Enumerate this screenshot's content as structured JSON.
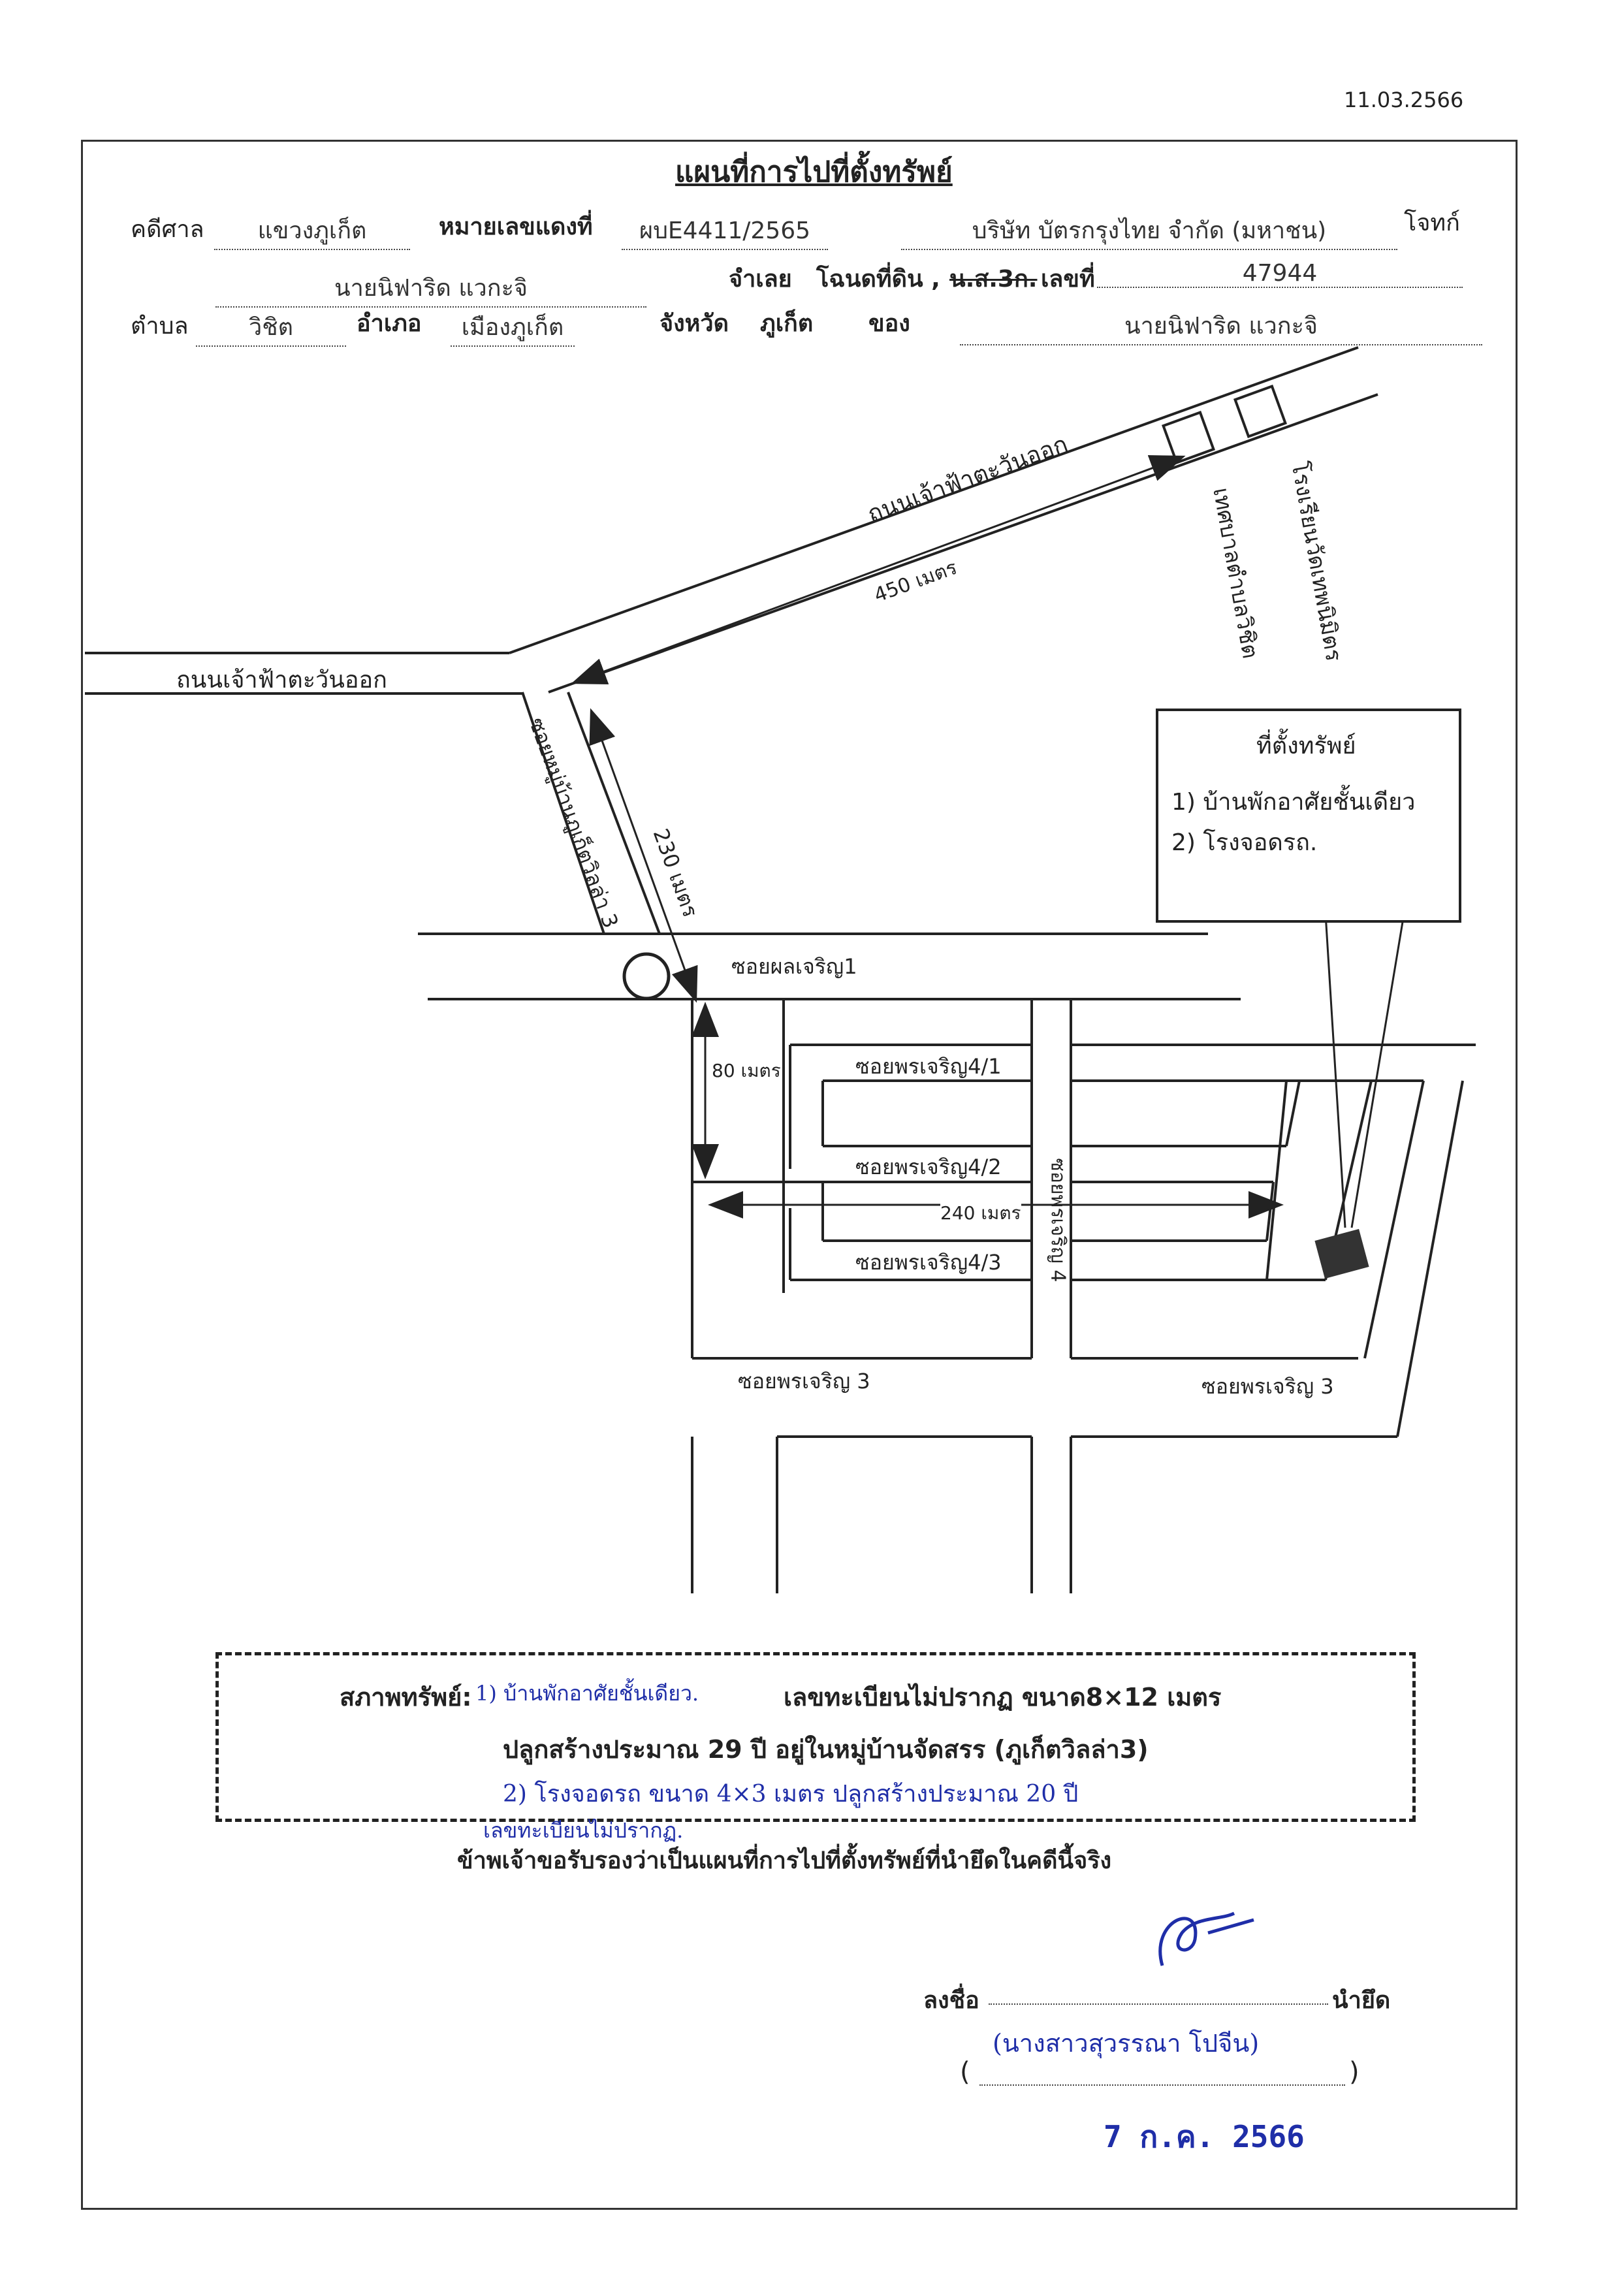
{
  "doc_date": "11.03.2566",
  "title": "แผนที่การไปที่ตั้งทรัพย์",
  "header": {
    "court_label": "คดีศาล",
    "court_value": "แขวงภูเก็ต",
    "case_no_label": "หมายเลขแดงที่",
    "case_no_value": "ผบE4411/2565",
    "plaintiff_value": "บริษัท บัตรกรุงไทย จำกัด (มหาชน)",
    "plaintiff_label": "โจทก์",
    "defendant_value": "นายนิฟาริด แวกะจิ",
    "defendant_label": "จำเลย",
    "deed_label": "โฉนดที่ดิน ,",
    "deed_struck": "น.ส.3ก.",
    "deed_no_label": "เลขที่",
    "deed_no_value": "47944",
    "subdistrict_label": "ตำบล",
    "subdistrict_value": "วิชิต",
    "district_label": "อำเภอ",
    "district_value": "เมืองภูเก็ต",
    "province_label": "จังหวัด",
    "province_value": "ภูเก็ต",
    "owner_label": "ของ",
    "owner_value": "นายนิฟาริด แวกะจิ"
  },
  "map": {
    "road_main_diag": "ถนนเจ้าฟ้าตะวันออก",
    "road_main_horiz": "ถนนเจ้าฟ้าตะวันออก",
    "dist_450": "450 เมตร",
    "landmark_1": "เทศบาลตำบลวิชิต",
    "landmark_2": "โรงเรียนวัดเทพนิมิตร",
    "soi_village": "ซอยหมู่บ้านภูเก็ตวิลล่า 3",
    "dist_230": "230 เมตร",
    "soi_phon_1": "ซอยผลเจริญ1",
    "dist_80": "80 เมตร",
    "soi_4_1": "ซอยพรเจริญ4/1",
    "soi_4_2": "ซอยพรเจริญ4/2",
    "dist_240": "240 เมตร",
    "soi_4_vertical": "ซอยพรเจริญ 4",
    "soi_4_3": "ซอยพรเจริญ4/3",
    "soi_3_left": "ซอยพรเจริญ 3",
    "soi_3_right": "ซอยพรเจริญ 3",
    "callout_title": "ที่ตั้งทรัพย์",
    "callout_item_1": "1) บ้านพักอาศัยชั้นเดียว",
    "callout_item_2": "2) โรงจอดรถ."
  },
  "condition": {
    "label": "สภาพทรัพย์:",
    "line1_hand": "1) บ้านพักอาศัยชั้นเดียว.",
    "line1_typed": "เลขทะเบียนไม่ปรากฏ  ขนาด8×12 เมตร",
    "line2_typed": "ปลูกสร้างประมาณ 29 ปี อยู่ในหมู่บ้านจัดสรร (ภูเก็ตวิลล่า3)",
    "line3_hand": "2) โรงจอดรถ ขนาด 4×3 เมตร ปลูกสร้างประมาณ 20 ปี",
    "line4_hand": "เลขทะเบียนไม่ปรากฏ."
  },
  "certify": "ข้าพเจ้าขอรับรองว่าเป็นแผนที่การไปที่ตั้งทรัพย์ที่นำยึดในคดีนี้จริง",
  "signature": {
    "sign_label": "ลงชื่อ",
    "role_label": "นำยึด",
    "name": "(นางสาวสุวรรณา โปจีน)",
    "paren_open": "(",
    "paren_close": ")",
    "stamp_date": "7 ก.ค. 2566"
  },
  "colors": {
    "ink": "#222222",
    "pen": "#1f2ea8",
    "paper": "#ffffff"
  }
}
